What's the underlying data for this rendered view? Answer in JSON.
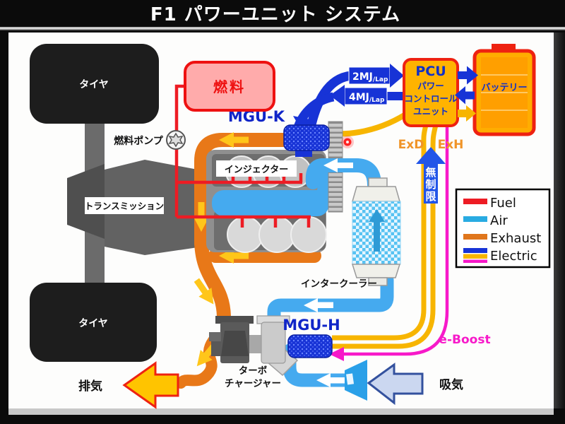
{
  "title": "F1 パワーユニット  システム",
  "drivetrain": {
    "tire": "タイヤ",
    "transmission": "トランスミッション"
  },
  "fuel": {
    "tank": "燃料",
    "pump": "燃料ポンプ",
    "injector": "インジェクター"
  },
  "hybrid": {
    "mgu_k": "MGU-K",
    "mgu_h": "MGU-H",
    "pcu": [
      "PCU",
      "パワー",
      "コントロール",
      "ユニット"
    ],
    "battery": "バッテリー",
    "mj2": "2MJ",
    "mj4": "4MJ",
    "lap": "/Lap",
    "exd": "ExD",
    "exh": "ExH",
    "unlimited": [
      "無",
      "制",
      "限"
    ],
    "e_boost": "e-Boost"
  },
  "air": {
    "intercooler": "インタークーラー",
    "turbo": [
      "ターボ",
      "チャージャー"
    ],
    "intake": "吸気",
    "exhaust": "排気"
  },
  "legend": {
    "items": [
      {
        "label": "Fuel",
        "colors": [
          "#ED1C24"
        ]
      },
      {
        "label": "Air",
        "colors": [
          "#29ABE2"
        ]
      },
      {
        "label": "Exhaust",
        "colors": [
          "#E0761C"
        ]
      },
      {
        "label": "Electric",
        "colors": [
          "#1733D6",
          "#F7B500",
          "#F719C9"
        ]
      }
    ]
  },
  "colors": {
    "fuel": "#ED1C24",
    "air": "#45AAEF",
    "exhaust": "#E87818",
    "electric_blue": "#1733D6",
    "electric_yellow": "#F7B500",
    "electric_magenta": "#F719C9",
    "box_orange": "#FFB300",
    "box_border_red": "#EE2211"
  }
}
